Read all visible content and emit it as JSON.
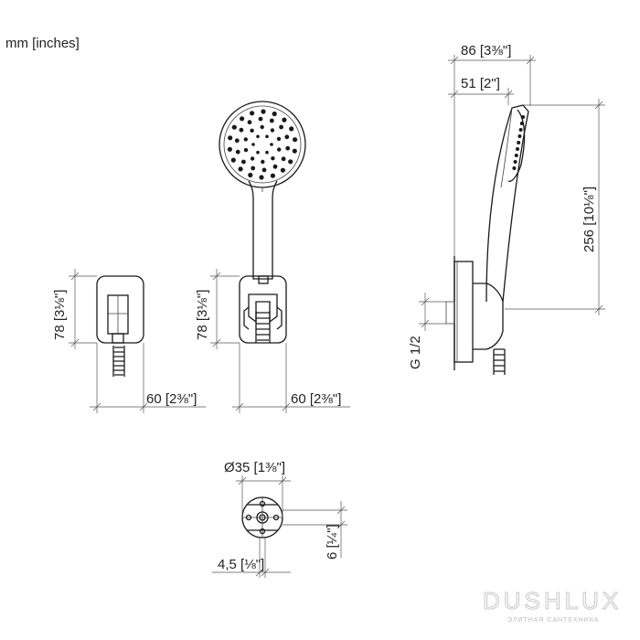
{
  "units_note": "mm [inches]",
  "dimensions": {
    "top_total": {
      "mm": "86",
      "in": "3⅜\""
    },
    "top_partial": {
      "mm": "51",
      "in": "2\""
    },
    "height_total": {
      "mm": "256",
      "in": "10⅛\""
    },
    "bracket_height_left": {
      "mm": "78",
      "in": "3⅛\""
    },
    "bracket_height_mid": {
      "mm": "78",
      "in": "3⅛\""
    },
    "width_left": {
      "mm": "60",
      "in": "2⅜\""
    },
    "width_mid": {
      "mm": "60",
      "in": "2⅜\""
    },
    "thread": "G 1/2",
    "diameter": {
      "prefix": "Ø",
      "mm": "35",
      "in": "1⅜\""
    },
    "depth": {
      "mm": "6",
      "in": "¼\""
    },
    "pitch": {
      "mm": "4,5",
      "in": "⅛\""
    }
  },
  "watermark": {
    "brand": "DUSHLUX",
    "tagline": "ЭЛИТНАЯ САНТЕХНИКА"
  }
}
